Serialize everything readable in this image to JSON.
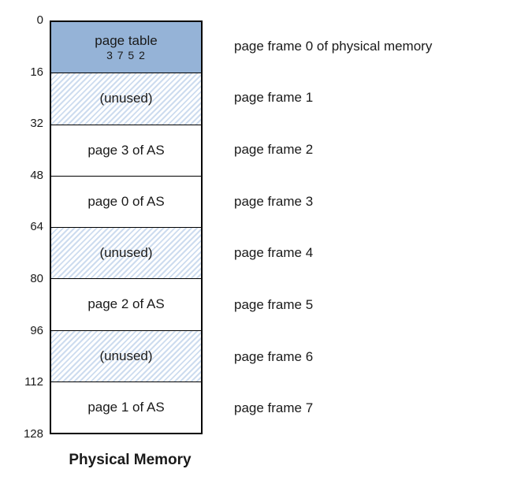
{
  "diagram": {
    "caption": "Physical Memory",
    "addresses": [
      "0",
      "16",
      "32",
      "48",
      "64",
      "80",
      "96",
      "112",
      "128"
    ],
    "frames": [
      {
        "label": "page table",
        "sublabel": "3 7 5 2",
        "type": "page-table",
        "annotation": "page frame 0 of physical memory"
      },
      {
        "label": "(unused)",
        "type": "unused",
        "annotation": "page frame 1"
      },
      {
        "label": "page 3 of AS",
        "type": "page",
        "annotation": "page frame 2"
      },
      {
        "label": "page 0 of AS",
        "type": "page",
        "annotation": "page frame 3"
      },
      {
        "label": "(unused)",
        "type": "unused",
        "annotation": "page frame 4"
      },
      {
        "label": "page 2 of AS",
        "type": "page",
        "annotation": "page frame 5"
      },
      {
        "label": "(unused)",
        "type": "unused",
        "annotation": "page frame 6"
      },
      {
        "label": "page 1 of AS",
        "type": "page",
        "annotation": "page frame 7"
      }
    ],
    "colors": {
      "page_table_fill": "#95b3d7",
      "unused_hatch_line": "#cddcef",
      "border": "#000000"
    }
  }
}
